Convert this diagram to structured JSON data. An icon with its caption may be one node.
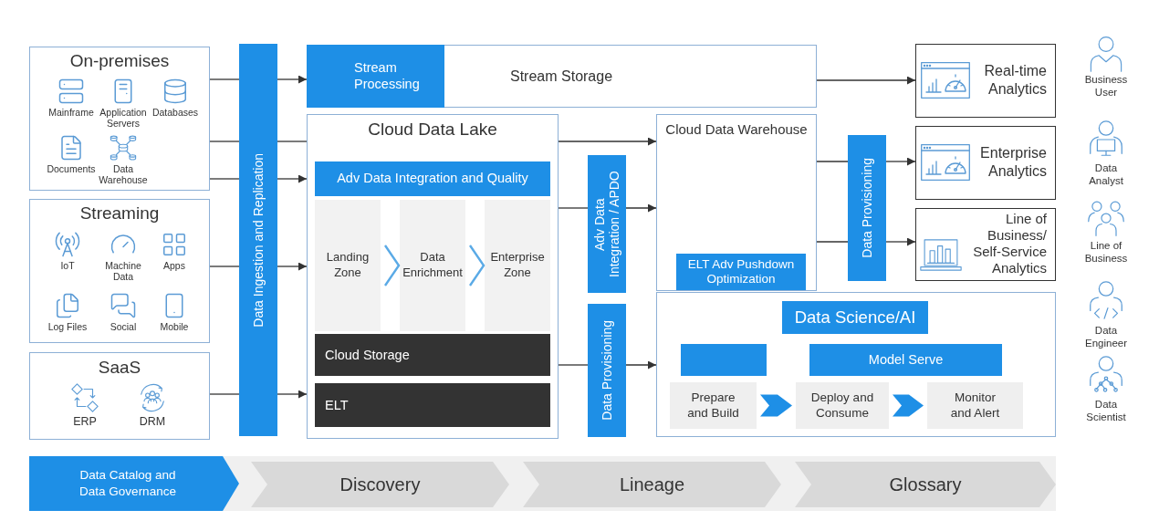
{
  "diagram": {
    "nodes": [
      {
        "text": [
          "On-premises",
          "Mainframe",
          "Application Servers",
          "Databases",
          "Documents",
          "Data Warehouse"
        ]
      },
      {
        "text": [
          "Streaming",
          "IoT",
          "Machine Data",
          "Apps",
          "Log Files",
          "Social",
          "Mobile"
        ]
      },
      {
        "text": [
          "SaaS",
          "ERP",
          "DRM"
        ]
      },
      {
        "text": [
          "Data Ingestion and Replication"
        ]
      },
      {
        "text": [
          "Stream Storage"
        ]
      },
      {
        "text": [
          "Stream Processing"
        ],
        "in": 4
      },
      {
        "text": [
          "Cloud Data Lake"
        ]
      },
      {
        "text": [
          "Adv Data Integration and Quality"
        ],
        "in": 6
      },
      {
        "text": [
          "Landing Zone"
        ],
        "in": 6
      },
      {
        "text": [
          "Data Enrichment"
        ],
        "in": 6
      },
      {
        "text": [
          "Enterprise Zone"
        ],
        "in": 6
      },
      {
        "text": [
          "Cloud Storage"
        ],
        "in": 6
      },
      {
        "text": [
          "ELT"
        ],
        "in": 6
      },
      {
        "text": [
          "Adv Data Integration / APDO"
        ]
      },
      {
        "text": [
          "Data Provisioning"
        ]
      },
      {
        "text": [
          "Cloud Data Warehouse"
        ]
      },
      {
        "text": [
          "ELT Adv Pushdown Optimization"
        ],
        "in": 15
      },
      {
        "text": [
          "Data Provisioning"
        ]
      },
      {
        "text": [
          "Real-time Analytics"
        ]
      },
      {
        "text": [
          "Enterprise Analytics"
        ]
      },
      {
        "text": [
          "Line of Business/ Self-Service Analytics"
        ]
      },
      {
        "text": [],
        "shape": "box"
      },
      {
        "text": [
          "Data Science/AI"
        ],
        "in": 21
      },
      {
        "text": [],
        "shape": "box",
        "in": 21
      },
      {
        "text": [
          "Model Serve"
        ],
        "in": 21
      },
      {
        "text": [
          "Prepare and Build"
        ],
        "in": 21
      },
      {
        "text": [
          "Deploy and Consume"
        ],
        "in": 21
      },
      {
        "text": [
          "Monitor and Alert"
        ],
        "in": 21
      },
      {
        "text": [
          "Data Catalog and Data Governance"
        ]
      },
      {
        "text": [
          "Discovery"
        ]
      },
      {
        "text": [
          "Lineage"
        ]
      },
      {
        "text": [
          "Glossary"
        ]
      }
    ],
    "edges": [
      {
        "from": 0,
        "to": 3,
        "arrow": "none"
      },
      {
        "from": 3,
        "to": 5,
        "arrow": "to"
      },
      {
        "from": 0,
        "to": 3,
        "arrow": "none"
      },
      {
        "from": 3,
        "to": 6,
        "arrow": "none"
      },
      {
        "from": 0,
        "to": 3,
        "arrow": "none"
      },
      {
        "from": 3,
        "to": 6,
        "arrow": "to"
      },
      {
        "from": 1,
        "to": 3,
        "arrow": "none"
      },
      {
        "from": 3,
        "to": 6,
        "arrow": "to"
      },
      {
        "from": 2,
        "to": 3,
        "arrow": "none"
      },
      {
        "from": 3,
        "to": 6,
        "arrow": "to"
      },
      {
        "from": 4,
        "to": 18,
        "arrow": "to"
      },
      {
        "from": 6,
        "to": 15,
        "arrow": "to"
      },
      {
        "from": 6,
        "to": 13,
        "arrow": "none"
      },
      {
        "from": 13,
        "to": 15,
        "arrow": "to"
      },
      {
        "from": 15,
        "to": 17,
        "arrow": "none"
      },
      {
        "from": 17,
        "to": 19,
        "arrow": "to"
      },
      {
        "from": 15,
        "to": 17,
        "arrow": "none"
      },
      {
        "from": 17,
        "to": 20,
        "arrow": "to"
      },
      {
        "from": 6,
        "to": 14,
        "arrow": "none"
      },
      {
        "from": 14,
        "to": 21,
        "arrow": "to"
      },
      {
        "from": 8,
        "to": 9,
        "arrow": "to",
        "color": "#5aaae6"
      },
      {
        "from": 9,
        "to": 10,
        "arrow": "to",
        "color": "#5aaae6"
      },
      {
        "from": 25,
        "to": 26,
        "arrow": "to",
        "color": "#1e8fe6"
      },
      {
        "from": 26,
        "to": 27,
        "arrow": "to",
        "color": "#1e8fe6"
      }
    ],
    "labels": [
      "Business User",
      "Data Analyst",
      "Line of Business",
      "Data Engineer",
      "Data Scientist"
    ]
  }
}
